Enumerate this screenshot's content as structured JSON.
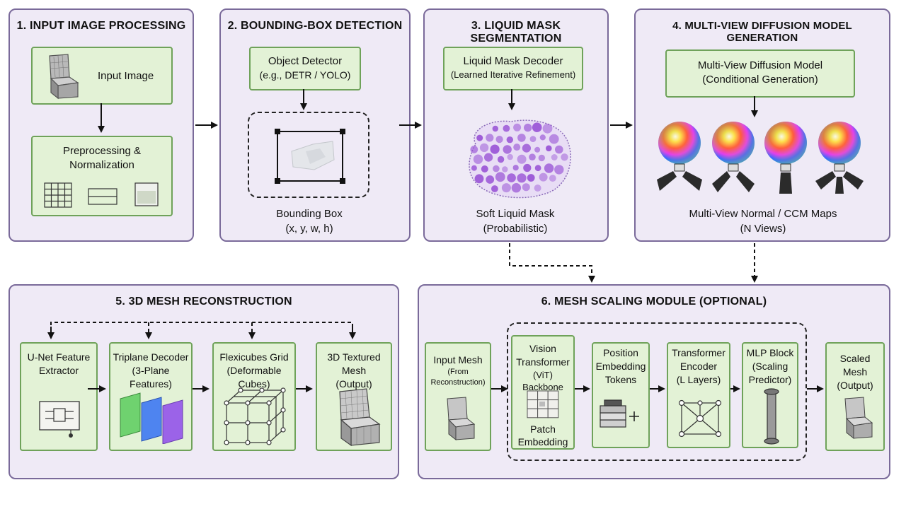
{
  "panels": {
    "p1": {
      "title": "1. INPUT IMAGE PROCESSING",
      "input_image": "Input Image",
      "preprocessing": [
        "Preprocessing &",
        "Normalization"
      ]
    },
    "p2": {
      "title": "2. BOUNDING-BOX DETECTION",
      "detector": [
        "Object Detector",
        "(e.g., DETR / YOLO)"
      ],
      "bbox_label": [
        "Bounding Box",
        "(x, y, w, h)"
      ]
    },
    "p3": {
      "title": "3. LIQUID MASK SEGMENTATION",
      "decoder": [
        "Liquid Mask Decoder",
        "(Learned Iterative Refinement)"
      ],
      "mask_label": [
        "Soft Liquid Mask",
        "(Probabilistic)"
      ]
    },
    "p4": {
      "title": "4. MULTI-VIEW DIFFUSION MODEL GENERATION",
      "model": [
        "Multi-View Diffusion Model",
        "(Conditional Generation)"
      ],
      "maps_label": [
        "Multi-View Normal / CCM Maps",
        "(N Views)"
      ]
    },
    "p5": {
      "title": "5. 3D MESH RECONSTRUCTION",
      "unet": [
        "U-Net Feature",
        "Extractor"
      ],
      "triplane": [
        "Triplane Decoder",
        "(3-Plane Features)"
      ],
      "flexicubes": [
        "Flexicubes Grid",
        "(Deformable Cubes)"
      ],
      "textured": [
        "3D Textured Mesh",
        "(Output)"
      ]
    },
    "p6": {
      "title": "6. MESH SCALING MODULE (OPTIONAL)",
      "input_mesh": [
        "Input Mesh",
        "(From Reconstruction)"
      ],
      "vit": [
        "Vision",
        "Transformer",
        "(ViT) Backbone"
      ],
      "patch": [
        "Patch",
        "Embedding"
      ],
      "position": [
        "Position",
        "Embedding",
        "Tokens"
      ],
      "encoder": [
        "Transformer",
        "Encoder",
        "(L Layers)"
      ],
      "mlp": [
        "MLP Block",
        "(Scaling",
        "Predictor)"
      ],
      "scaled": [
        "Scaled Mesh",
        "(Output)"
      ]
    }
  },
  "colors": {
    "panel_bg": "#efeaf6",
    "panel_border": "#7a6a9a",
    "box_bg": "#e3f2d6",
    "box_border": "#6fa25a",
    "mask_purple": "#9a55d6"
  }
}
